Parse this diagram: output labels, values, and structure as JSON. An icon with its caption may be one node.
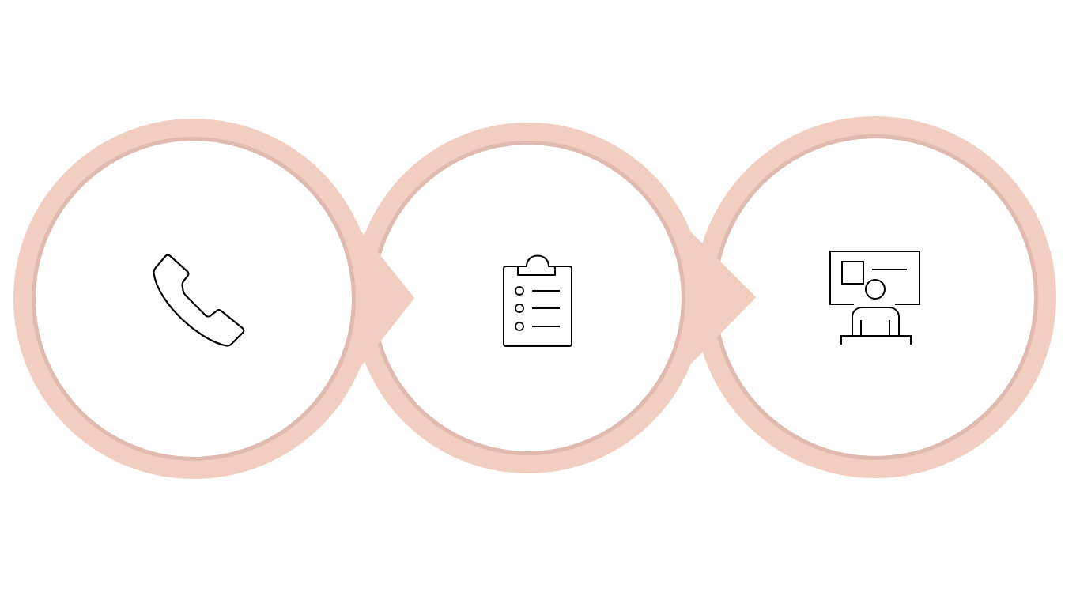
{
  "diagram": {
    "nodes": [
      {
        "text": [],
        "shape": "circle"
      },
      {
        "text": [],
        "shape": "circle"
      },
      {
        "text": [],
        "shape": "circle"
      }
    ],
    "edges": [
      {
        "from": 0,
        "to": 1,
        "arrow": "to"
      },
      {
        "from": 1,
        "to": 2,
        "arrow": "to"
      }
    ]
  }
}
